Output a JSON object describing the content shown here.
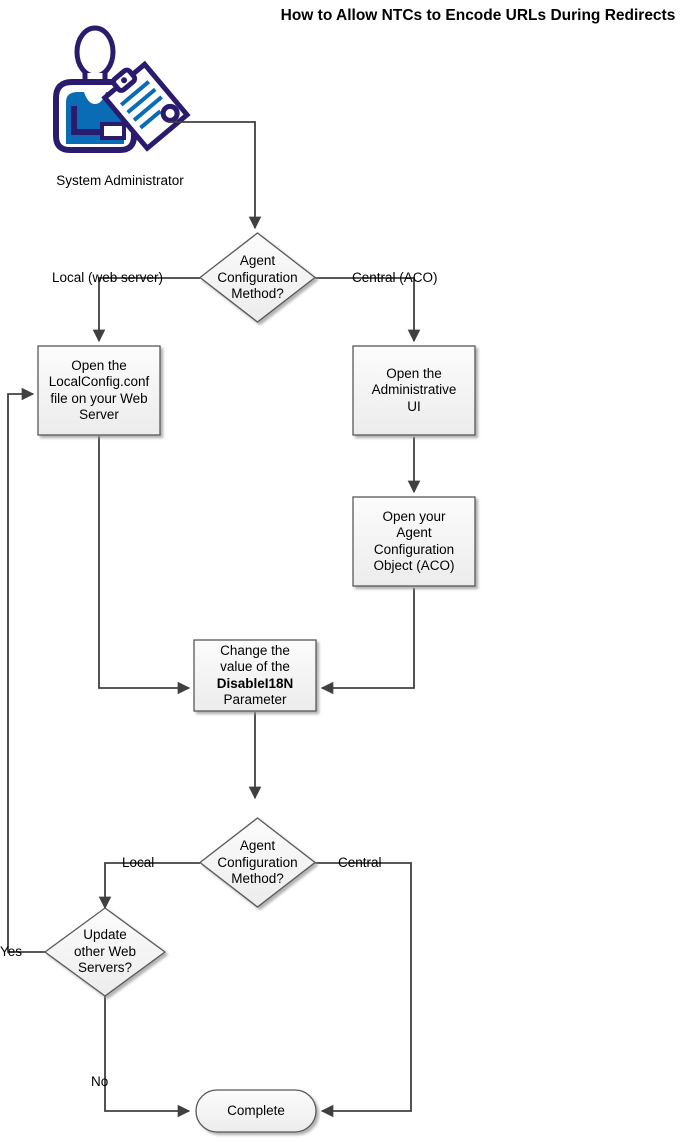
{
  "title": "How to Allow NTCs to Encode URLs During Redirects",
  "actor": {
    "name": "System\nAdministrator",
    "icon": "system-administrator-icon",
    "body_color": "#0a6cb4",
    "outline_color": "#2b1b6e"
  },
  "colors": {
    "node_fill_top": "#fcfcfc",
    "node_fill_bottom": "#eeeeee",
    "node_stroke": "#595959",
    "line": "#404040",
    "text": "#000000"
  },
  "nodes": [
    {
      "id": "decision-agent-config-method-1",
      "type": "decision",
      "label": "Agent\nConfiguration\nMethod?"
    },
    {
      "id": "process-open-localconfig",
      "type": "process",
      "label": "Open the\nLocalConfig.conf\nfile on your Web\nServer"
    },
    {
      "id": "process-open-admin-ui",
      "type": "process",
      "label": "Open the\nAdministrative\nUI"
    },
    {
      "id": "process-open-aco",
      "type": "process",
      "label": "Open your\nAgent\nConfiguration\nObject (ACO)"
    },
    {
      "id": "process-change-value",
      "type": "process",
      "label_line1": "Change the",
      "label_line2": "value of the",
      "label_param": "DisableI18N",
      "label_line4": "Parameter"
    },
    {
      "id": "decision-agent-config-method-2",
      "type": "decision",
      "label": "Agent\nConfiguration\nMethod?"
    },
    {
      "id": "decision-update-other-web-servers",
      "type": "decision",
      "label": "Update\nother Web\nServers?"
    },
    {
      "id": "terminator-complete",
      "type": "terminator",
      "label": "Complete"
    }
  ],
  "edge_labels": {
    "local_web_server": "Local (web server)",
    "central_aco": "Central (ACO)",
    "local": "Local",
    "central": "Central",
    "yes": "Yes",
    "no": "No"
  }
}
